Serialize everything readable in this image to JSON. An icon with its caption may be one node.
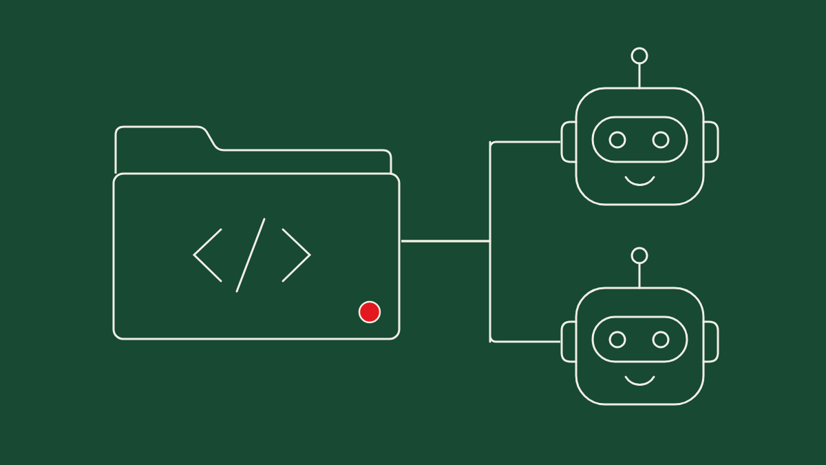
{
  "diagram": {
    "nodes": [
      {
        "text": [],
        "shape": "picture"
      },
      {
        "text": [],
        "shape": "picture"
      },
      {
        "text": [],
        "shape": "picture"
      }
    ],
    "edges": [
      {
        "from": 0,
        "to": 1,
        "arrow": "none"
      },
      {
        "from": 0,
        "to": 2,
        "arrow": "none"
      }
    ]
  }
}
